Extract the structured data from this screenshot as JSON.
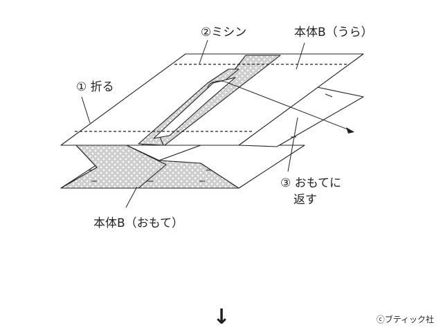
{
  "labels": {
    "step_fold": "① 折る",
    "step_sew": "②ミシン",
    "body_back": "本体B（うら）",
    "step_turn_line1": "③ おもてに",
    "step_turn_line2": "返す",
    "body_front": "本体B（おもて）"
  },
  "next_arrow": "↓",
  "copyright": "ⓒブティック社",
  "colors": {
    "ink": "#231f20",
    "fabric_pattern_bg": "#cfcfcf",
    "fabric_dot": "#ffffff"
  },
  "icons": {
    "down_arrow": "down-arrow-icon"
  }
}
